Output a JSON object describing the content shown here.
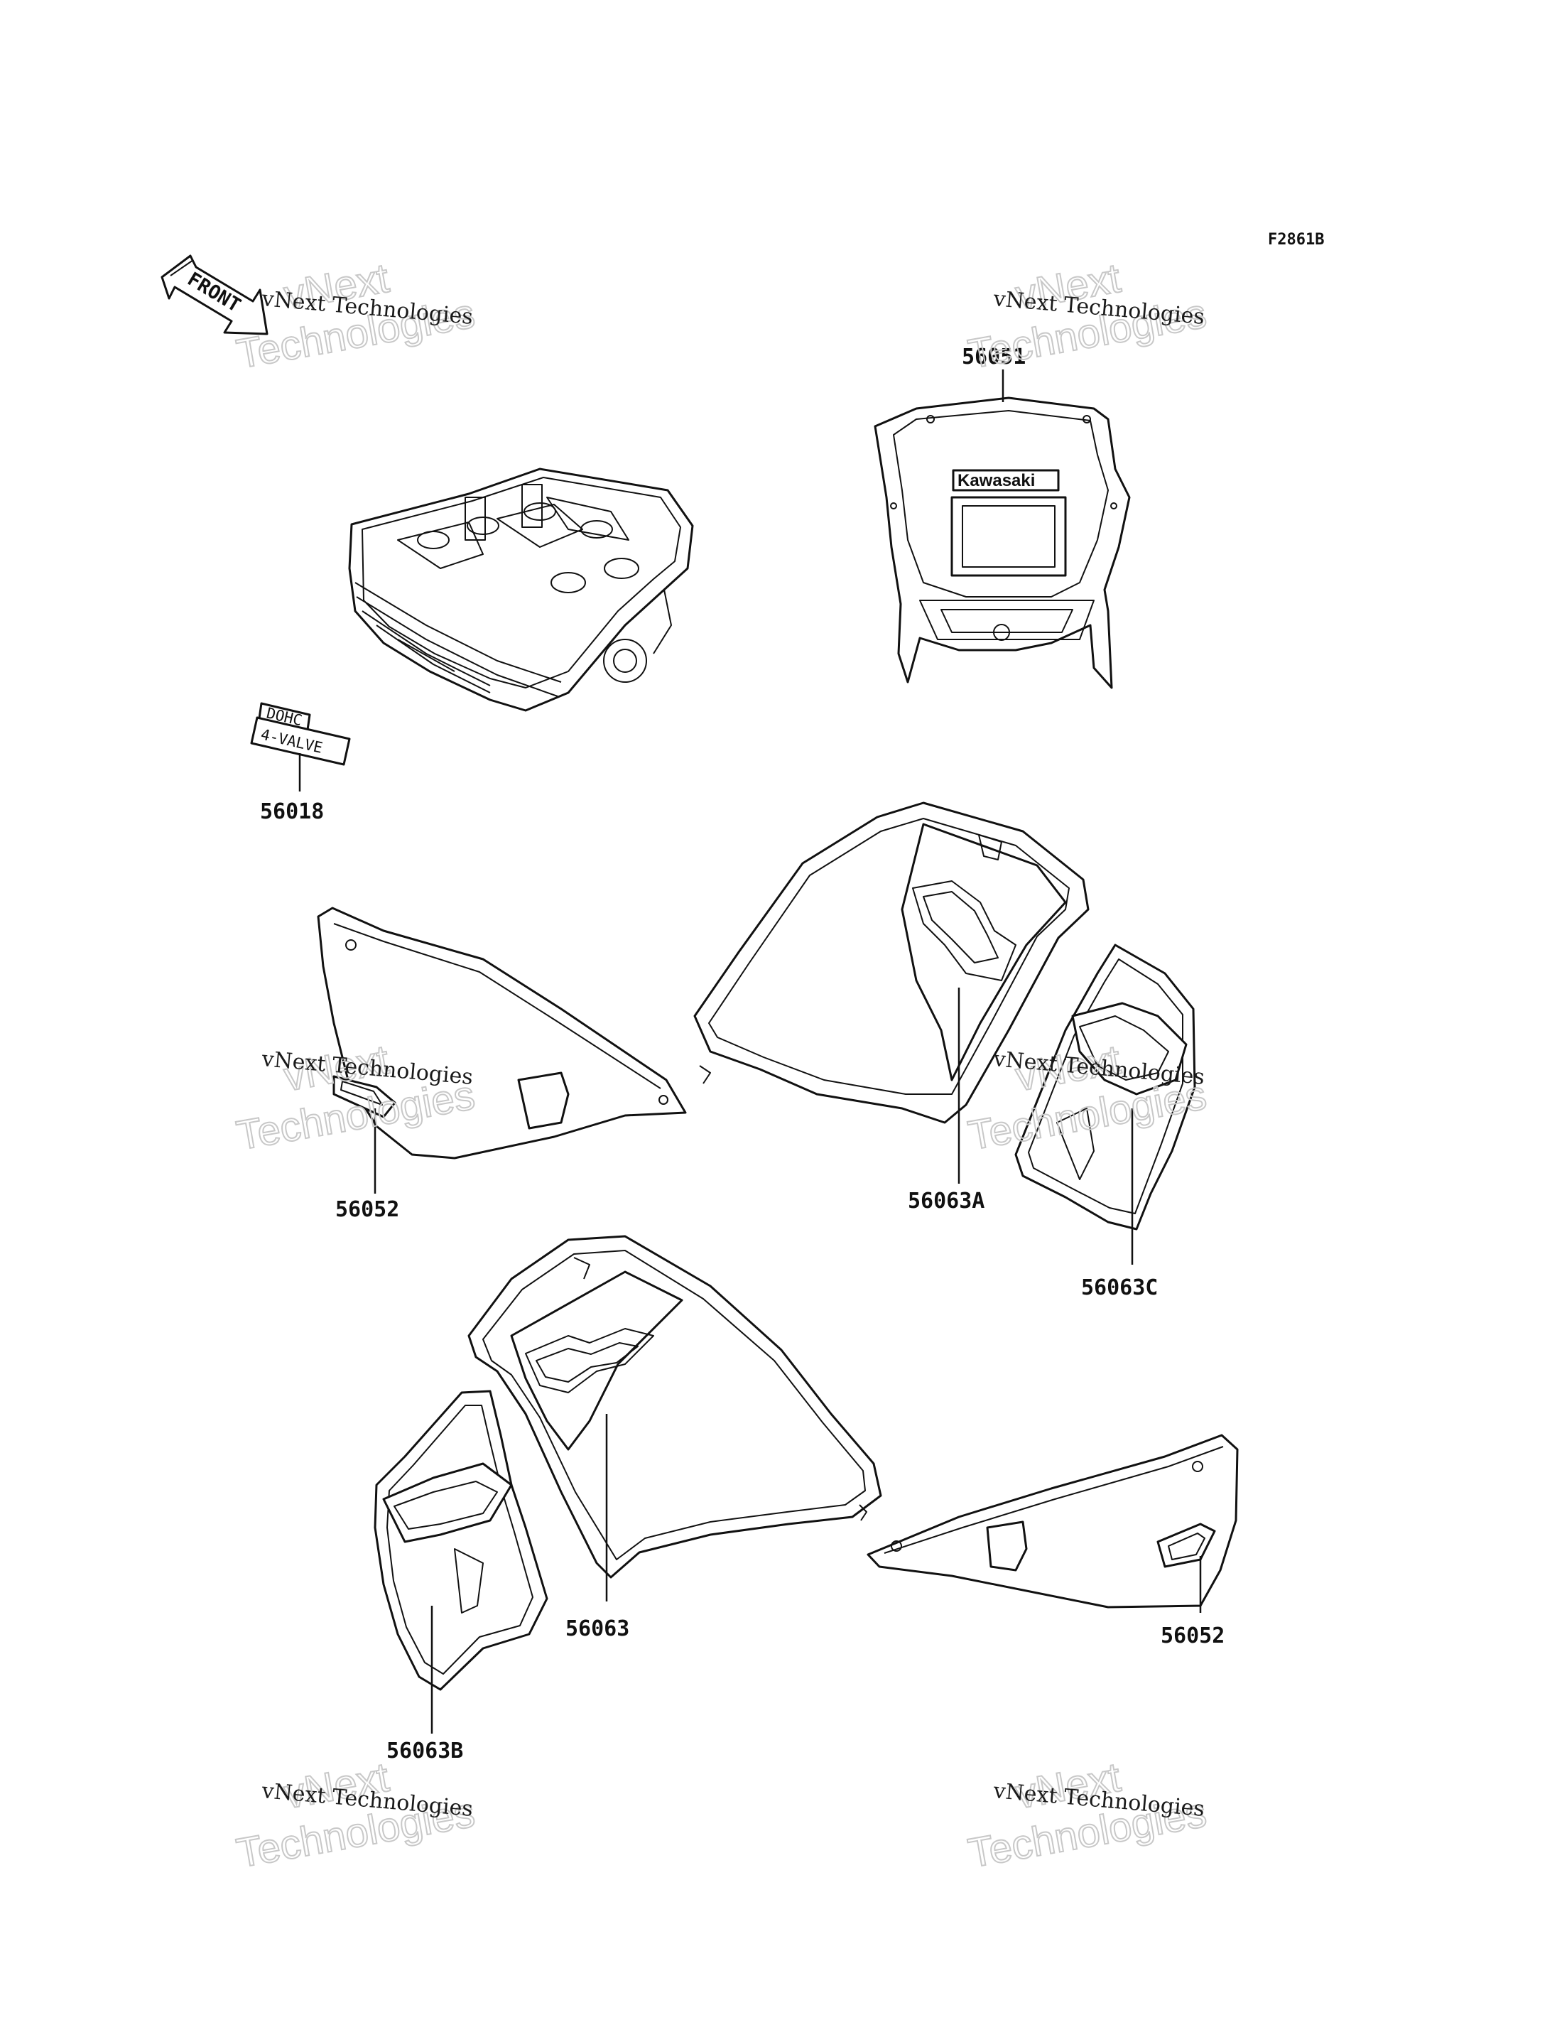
{
  "drawing_code": "F2861B",
  "front_arrow_text": "FRONT",
  "watermark": {
    "line_small": "vNext Technologies",
    "big_line1": "vNext",
    "big_line2": "Technologies"
  },
  "part_labels": {
    "p56018": "56018",
    "p56051": "56051",
    "p56052_left": "56052",
    "p56052_right": "56052",
    "p56063A": "56063A",
    "p56063C": "56063C",
    "p56063": "56063",
    "p56063B": "56063B"
  },
  "decal_text": {
    "dohc_line1": "DOHC",
    "dohc_line2": "4-VALVE",
    "kawasaki": "Kawasaki"
  }
}
